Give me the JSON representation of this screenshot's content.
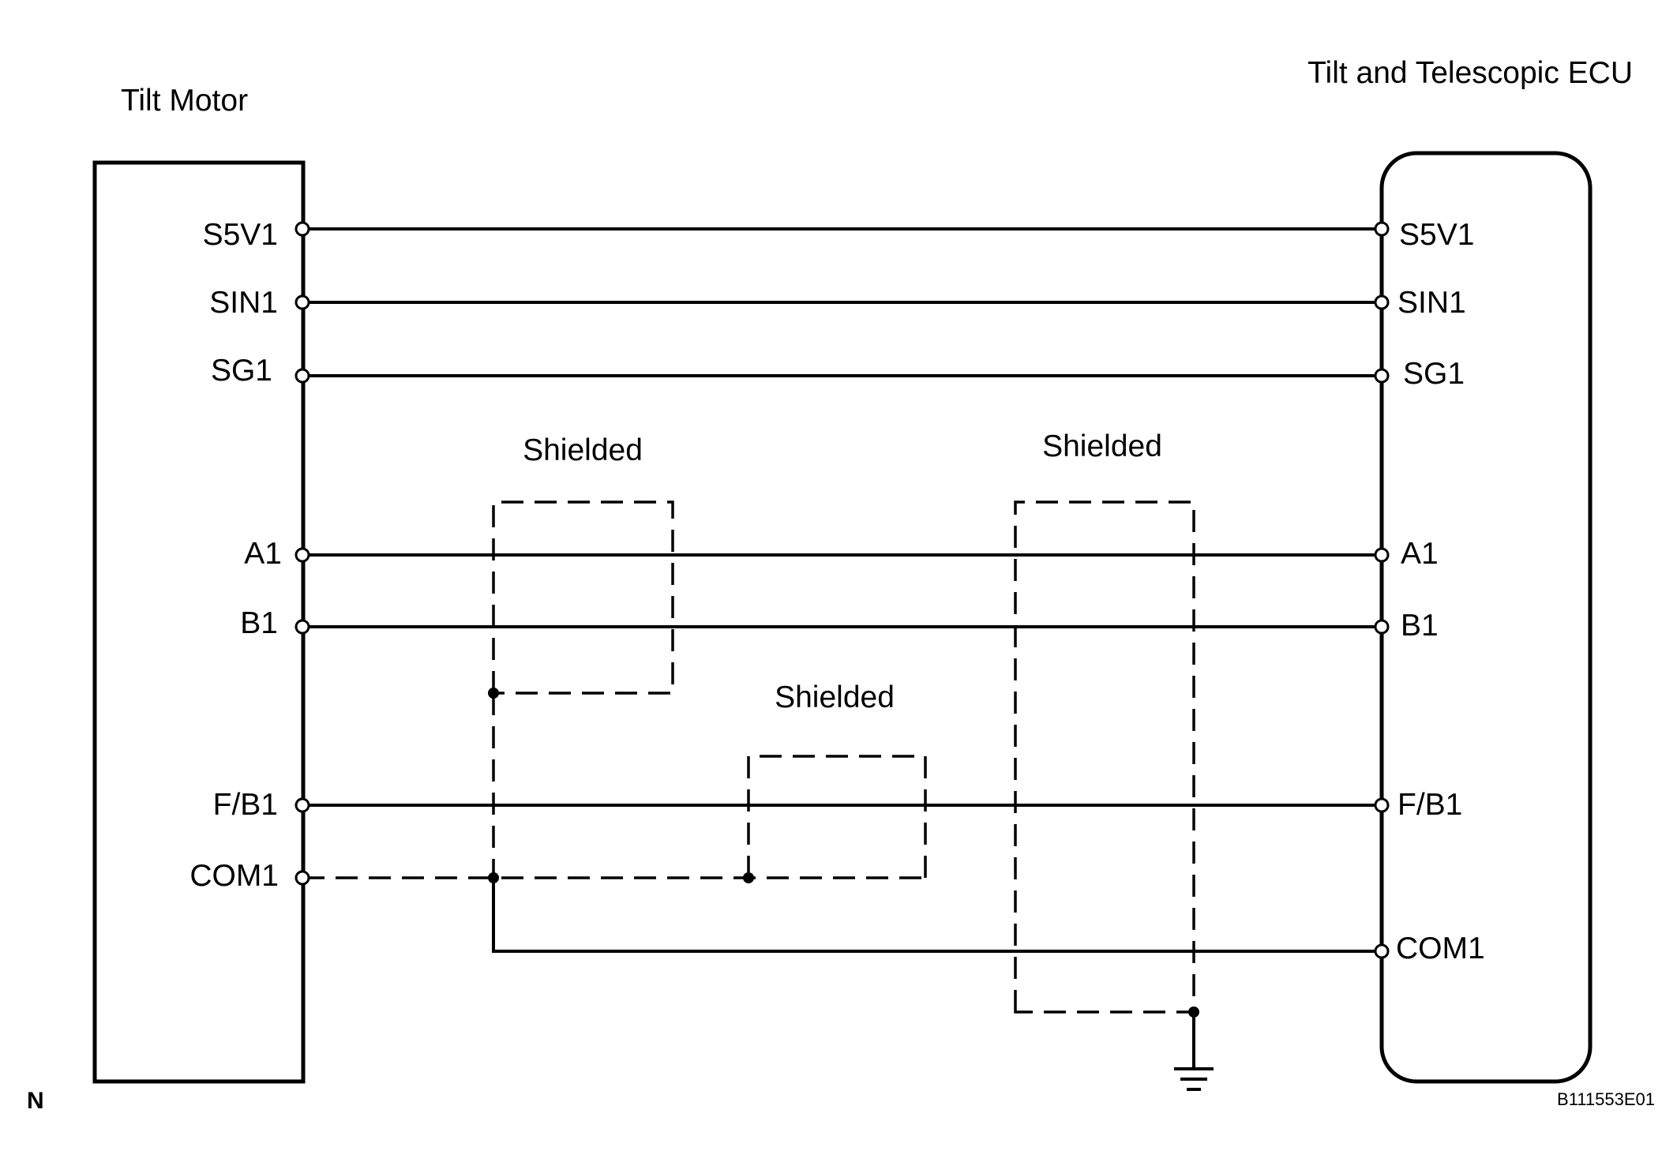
{
  "components": {
    "left_title": "Tilt Motor",
    "right_title": "Tilt and Telescopic ECU"
  },
  "terminals_left": [
    "S5V1",
    "SIN1",
    "SG1",
    "A1",
    "B1",
    "F/B1",
    "COM1"
  ],
  "terminals_right": [
    "S5V1",
    "SIN1",
    "SG1",
    "A1",
    "B1",
    "F/B1",
    "COM1"
  ],
  "shield_labels": [
    "Shielded",
    "Shielded",
    "Shielded"
  ],
  "corner_left": "N",
  "figure_code": "B111553E01",
  "colors": {
    "line": "#000000",
    "background": "#ffffff"
  }
}
